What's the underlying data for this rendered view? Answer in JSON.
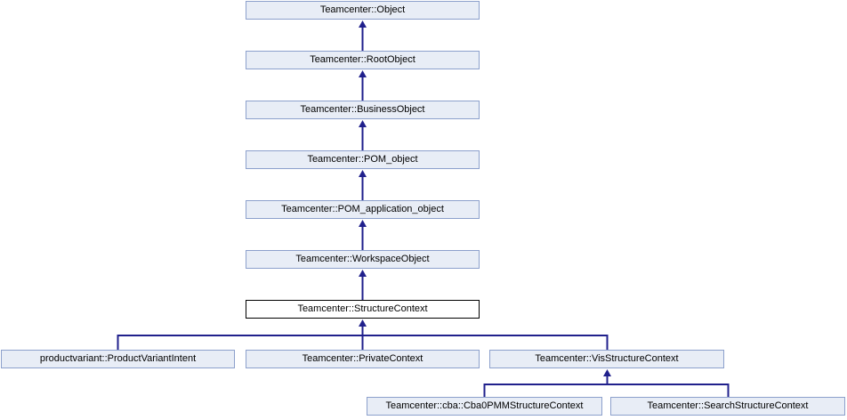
{
  "diagram": {
    "type": "class-inheritance-diagram",
    "colors": {
      "box_fill": "#e8edf6",
      "box_border": "#8ca0cc",
      "line": "#20208c",
      "highlight_fill": "#ffffff",
      "highlight_border": "#000000",
      "text": "#000000",
      "background": "#ffffff"
    },
    "nodes": [
      {
        "id": "object",
        "label": "Teamcenter::Object",
        "highlight": false
      },
      {
        "id": "rootobject",
        "label": "Teamcenter::RootObject",
        "highlight": false
      },
      {
        "id": "businessobject",
        "label": "Teamcenter::BusinessObject",
        "highlight": false
      },
      {
        "id": "pom_object",
        "label": "Teamcenter::POM_object",
        "highlight": false
      },
      {
        "id": "pom_application_object",
        "label": "Teamcenter::POM_application_object",
        "highlight": false
      },
      {
        "id": "workspaceobject",
        "label": "Teamcenter::WorkspaceObject",
        "highlight": false
      },
      {
        "id": "structurecontext",
        "label": "Teamcenter::StructureContext",
        "highlight": true
      },
      {
        "id": "productvariantintent",
        "label": "productvariant::ProductVariantIntent",
        "highlight": false
      },
      {
        "id": "privatecontext",
        "label": "Teamcenter::PrivateContext",
        "highlight": false
      },
      {
        "id": "visstructurecontext",
        "label": "Teamcenter::VisStructureContext",
        "highlight": false
      },
      {
        "id": "cba0pmmstructurecontext",
        "label": "Teamcenter::cba::Cba0PMMStructureContext",
        "highlight": false
      },
      {
        "id": "searchstructurecontext",
        "label": "Teamcenter::SearchStructureContext",
        "highlight": false
      }
    ],
    "edges": [
      {
        "child": "rootobject",
        "parent": "object"
      },
      {
        "child": "businessobject",
        "parent": "rootobject"
      },
      {
        "child": "pom_object",
        "parent": "businessobject"
      },
      {
        "child": "pom_application_object",
        "parent": "pom_object"
      },
      {
        "child": "workspaceobject",
        "parent": "pom_application_object"
      },
      {
        "child": "structurecontext",
        "parent": "workspaceobject"
      },
      {
        "child": "productvariantintent",
        "parent": "structurecontext"
      },
      {
        "child": "privatecontext",
        "parent": "structurecontext"
      },
      {
        "child": "visstructurecontext",
        "parent": "structurecontext"
      },
      {
        "child": "cba0pmmstructurecontext",
        "parent": "visstructurecontext"
      },
      {
        "child": "searchstructurecontext",
        "parent": "visstructurecontext"
      }
    ]
  }
}
